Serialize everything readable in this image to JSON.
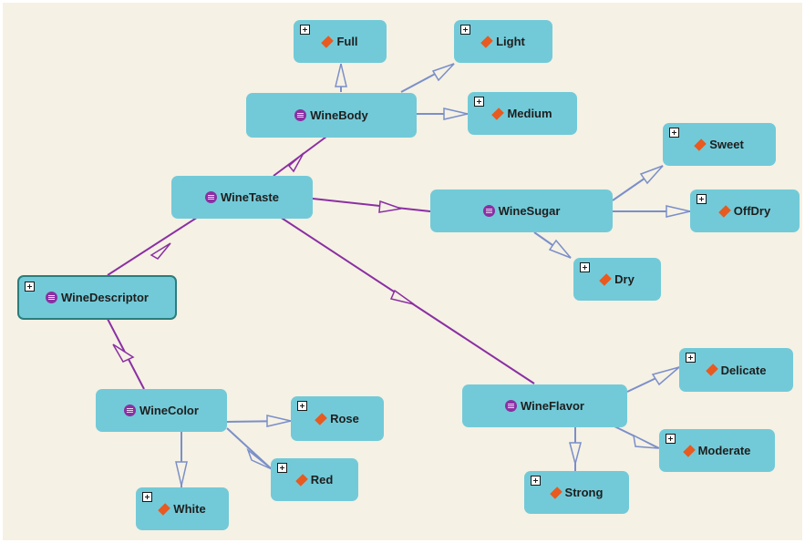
{
  "colors": {
    "background": "#f5f1e4",
    "node_fill": "#72cad8",
    "selected_border": "#2b7d7c",
    "class_edge": "#8b2fa3",
    "instance_edge": "#7b8fc9",
    "class_icon": "#8b2fa3",
    "instance_icon": "#e85a1f"
  },
  "nodes": {
    "full": {
      "label": "Full",
      "kind": "instance"
    },
    "light": {
      "label": "Light",
      "kind": "instance"
    },
    "winebody": {
      "label": "WineBody",
      "kind": "class"
    },
    "medium": {
      "label": "Medium",
      "kind": "instance"
    },
    "sweet": {
      "label": "Sweet",
      "kind": "instance"
    },
    "winetaste": {
      "label": "WineTaste",
      "kind": "class"
    },
    "winesugar": {
      "label": "WineSugar",
      "kind": "class"
    },
    "offdry": {
      "label": "OffDry",
      "kind": "instance"
    },
    "dry": {
      "label": "Dry",
      "kind": "instance"
    },
    "winedescriptor": {
      "label": "WineDescriptor",
      "kind": "class",
      "selected": true
    },
    "delicate": {
      "label": "Delicate",
      "kind": "instance"
    },
    "winecolor": {
      "label": "WineColor",
      "kind": "class"
    },
    "rose": {
      "label": "Rose",
      "kind": "instance"
    },
    "wineflavor": {
      "label": "WineFlavor",
      "kind": "class"
    },
    "moderate": {
      "label": "Moderate",
      "kind": "instance"
    },
    "red": {
      "label": "Red",
      "kind": "instance"
    },
    "strong": {
      "label": "Strong",
      "kind": "instance"
    },
    "white": {
      "label": "White",
      "kind": "instance"
    }
  },
  "edges": [
    {
      "from": "winedescriptor",
      "to": "winetaste",
      "type": "subclass"
    },
    {
      "from": "winedescriptor",
      "to": "winecolor",
      "type": "subclass"
    },
    {
      "from": "winetaste",
      "to": "winebody",
      "type": "subclass"
    },
    {
      "from": "winetaste",
      "to": "winesugar",
      "type": "subclass"
    },
    {
      "from": "winetaste",
      "to": "wineflavor",
      "type": "subclass"
    },
    {
      "from": "winebody",
      "to": "full",
      "type": "instance"
    },
    {
      "from": "winebody",
      "to": "light",
      "type": "instance"
    },
    {
      "from": "winebody",
      "to": "medium",
      "type": "instance"
    },
    {
      "from": "winesugar",
      "to": "sweet",
      "type": "instance"
    },
    {
      "from": "winesugar",
      "to": "offdry",
      "type": "instance"
    },
    {
      "from": "winesugar",
      "to": "dry",
      "type": "instance"
    },
    {
      "from": "winecolor",
      "to": "rose",
      "type": "instance"
    },
    {
      "from": "winecolor",
      "to": "red",
      "type": "instance"
    },
    {
      "from": "winecolor",
      "to": "white",
      "type": "instance"
    },
    {
      "from": "wineflavor",
      "to": "delicate",
      "type": "instance"
    },
    {
      "from": "wineflavor",
      "to": "moderate",
      "type": "instance"
    },
    {
      "from": "wineflavor",
      "to": "strong",
      "type": "instance"
    }
  ]
}
